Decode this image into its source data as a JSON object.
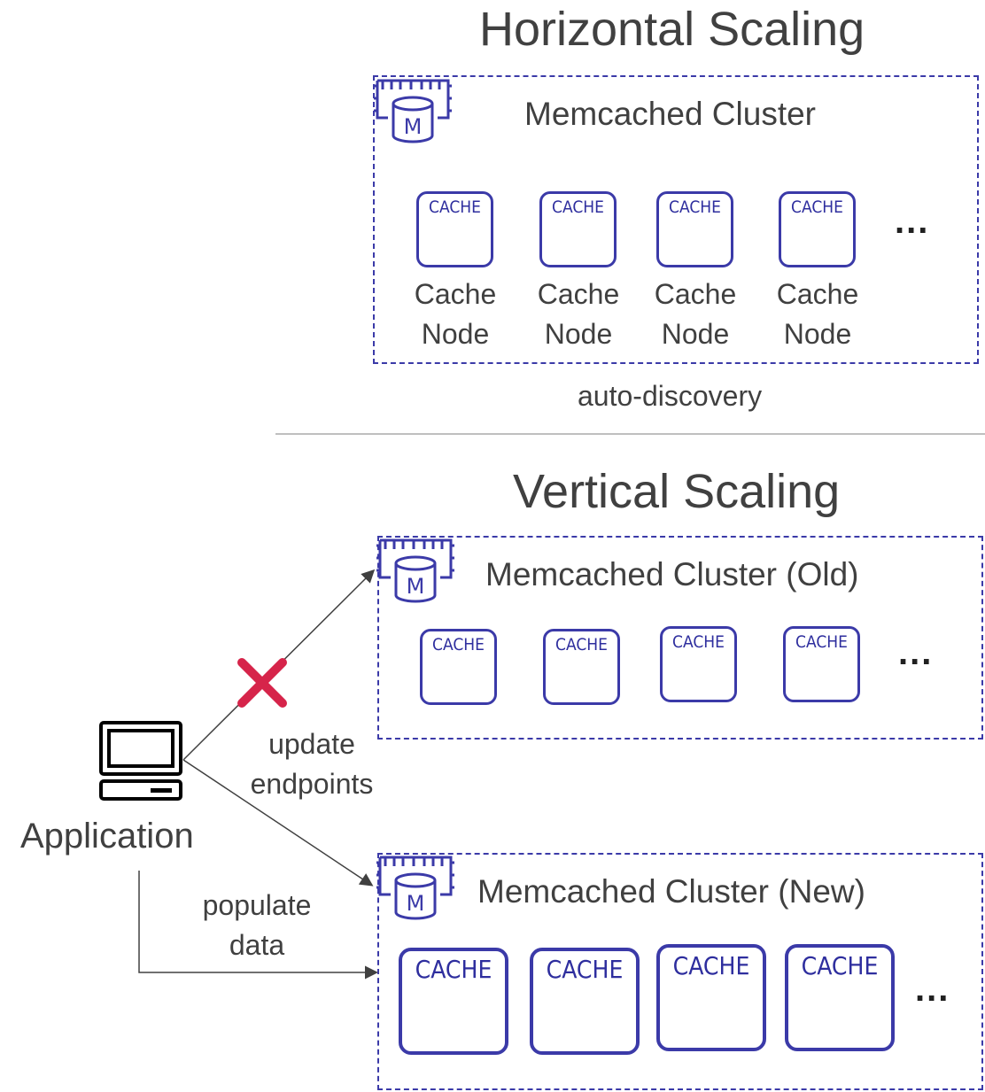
{
  "horizontal": {
    "title": "Horizontal Scaling",
    "cluster_label": "Memcached Cluster",
    "nodes": [
      {
        "badge": "CACHE",
        "label_line1": "Cache",
        "label_line2": "Node"
      },
      {
        "badge": "CACHE",
        "label_line1": "Cache",
        "label_line2": "Node"
      },
      {
        "badge": "CACHE",
        "label_line1": "Cache",
        "label_line2": "Node"
      },
      {
        "badge": "CACHE",
        "label_line1": "Cache",
        "label_line2": "Node"
      }
    ],
    "more": "...",
    "footer": "auto-discovery"
  },
  "vertical": {
    "title": "Vertical Scaling",
    "old_cluster_label": "Memcached Cluster (Old)",
    "new_cluster_label": "Memcached Cluster (New)",
    "old_nodes": [
      "CACHE",
      "CACHE",
      "CACHE",
      "CACHE"
    ],
    "new_nodes": [
      "CACHE",
      "CACHE",
      "CACHE",
      "CACHE"
    ],
    "more": "...",
    "application_label": "Application",
    "update_label_line1": "update",
    "update_label_line2": "endpoints",
    "populate_label_line1": "populate",
    "populate_label_line2": "data"
  },
  "colors": {
    "accent": "#3b3aa8",
    "text": "#404040",
    "cross": "#d6244a",
    "divider": "#bfbfbf"
  },
  "icons": [
    "memcached-icon",
    "computer-icon",
    "cross-icon"
  ]
}
